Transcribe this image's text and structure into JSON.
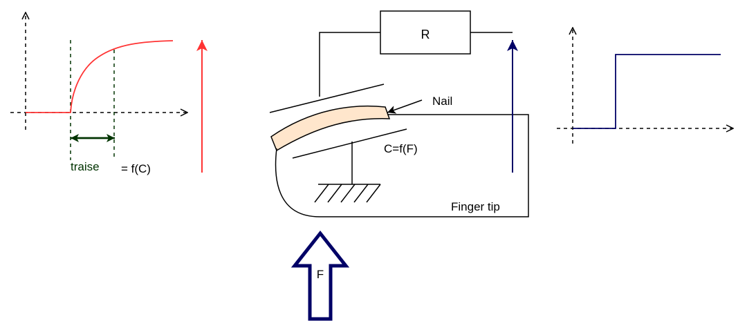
{
  "labels": {
    "resistor": "R",
    "nail": "Nail",
    "capacitance": "C=f(F)",
    "finger_tip": "Finger tip",
    "force": "F",
    "traise": "traise",
    "traise_func": "= f(C)"
  },
  "colors": {
    "red": "#ff3333",
    "navy": "#000066",
    "dark_green": "#003300",
    "nail_fill": "#ffe6cc",
    "black": "#000000"
  }
}
